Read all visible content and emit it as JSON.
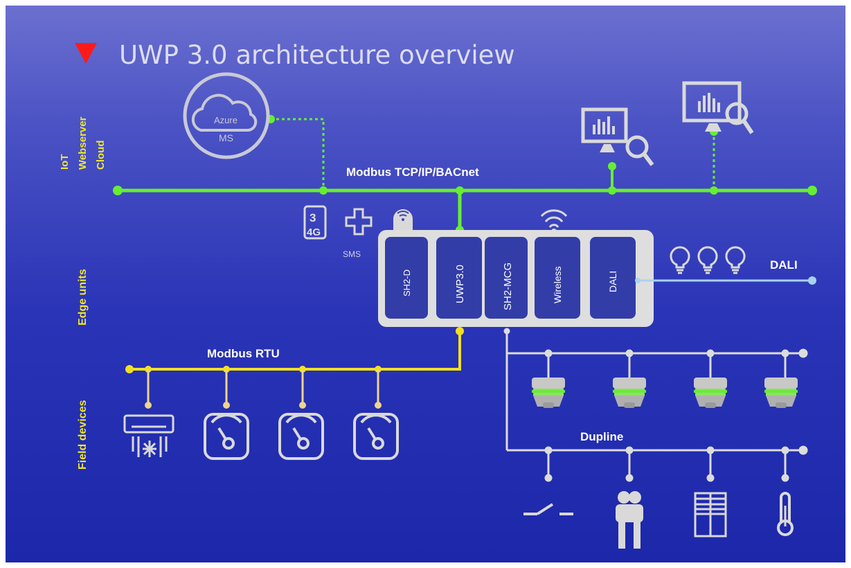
{
  "title": "UWP 3.0 architecture overview",
  "colors": {
    "background_top": "#6b70cf",
    "background_bottom": "#1c27aa",
    "title_marker": "#ff1a1a",
    "tcp_bus": "#66ee33",
    "rtu_bus": "#f2e020",
    "dali_bus": "#a9d2ee",
    "dupline_bus": "#dcdcdc",
    "layer_labels": "#f0e82a",
    "device_outline": "#d9d9d9"
  },
  "layers": {
    "cloud": "IoT Webserver Cloud",
    "cloud_lines": [
      "IoT",
      "Webserver",
      "Cloud"
    ],
    "edge": "Edge units",
    "field": "Field devices"
  },
  "buses": {
    "tcp": "Modbus TCP/IP/BACnet",
    "rtu": "Modbus RTU",
    "dali": "DALI",
    "dupline": "Dupline"
  },
  "cloud_service": {
    "top": "Azure",
    "bottom": "MS",
    "icon": "cloud-icon"
  },
  "gsm": {
    "badge_top": "3",
    "badge_bottom": "4G",
    "label": "SMS",
    "icons": [
      "3g-4g-icon",
      "plus-icon"
    ]
  },
  "edge_modules": [
    "SH2-D",
    "UWP3.0",
    "SH2-MCG",
    "Wireless",
    "DALI"
  ],
  "field_devices": [
    "air-conditioner-icon",
    "meter-icon",
    "meter-icon",
    "meter-icon"
  ],
  "dupline_sensors": [
    "ceiling-sensor-icon",
    "ceiling-sensor-icon",
    "ceiling-sensor-icon",
    "ceiling-sensor-icon"
  ],
  "dupline_devices": [
    "switch-icon",
    "people-counter-icon",
    "window-icon",
    "thermometer-icon"
  ],
  "monitors": [
    "monitor-analytics-icon",
    "monitor-analytics-icon"
  ],
  "dali_lamps": [
    "lightbulb-icon",
    "lightbulb-icon",
    "lightbulb-icon"
  ]
}
